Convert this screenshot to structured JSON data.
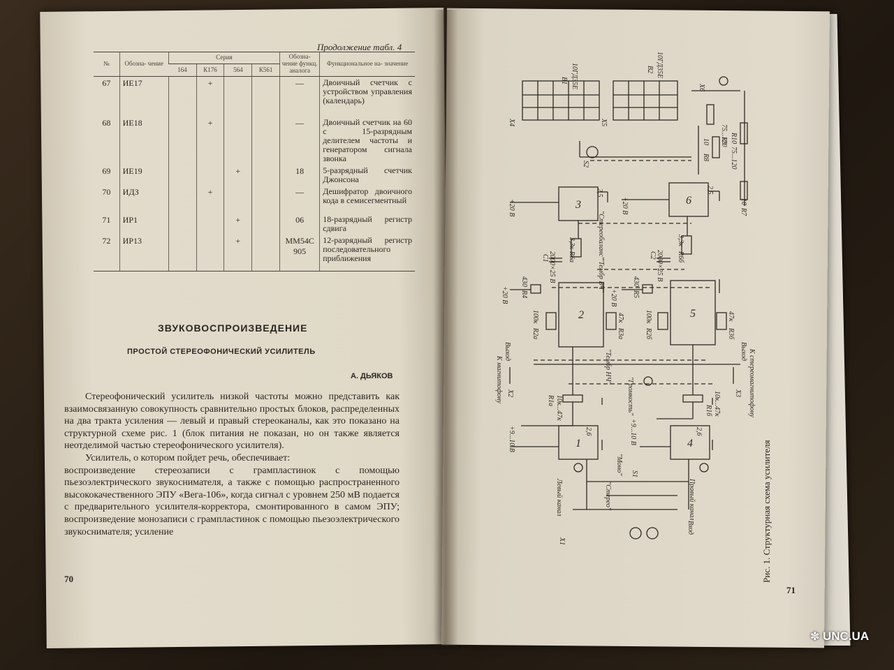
{
  "left_page": {
    "continuation": "Продолжение табл. 4",
    "table": {
      "headers": {
        "num": "№",
        "designation": "Обозна- чение",
        "series_group": "Серия",
        "series": [
          "164",
          "К176",
          "564",
          "К561"
        ],
        "analog": "Обозна- чение функц. аналога",
        "function": "Функциональное на- значение"
      },
      "rows": [
        {
          "num": "67",
          "des": "ИЕ17",
          "marks": [
            "",
            "+",
            "",
            ""
          ],
          "analog": "—",
          "fn": "Двоичный счетчик с устройством управления (календарь)"
        },
        {
          "num": "68",
          "des": "ИЕ18",
          "marks": [
            "",
            "+",
            "",
            ""
          ],
          "analog": "—",
          "fn": "Двоичный счетчик на 60 с 15-разрядным делителем частоты и генератором сигнала звонка"
        },
        {
          "num": "69",
          "des": "ИЕ19",
          "marks": [
            "",
            "",
            "+",
            ""
          ],
          "analog": "18",
          "fn": "5-разрядный счетчик Джонсона"
        },
        {
          "num": "70",
          "des": "ИДЗ",
          "marks": [
            "",
            "+",
            "",
            ""
          ],
          "analog": "—",
          "fn": "Дешифратор двоичного кода в семисегментный"
        },
        {
          "num": "71",
          "des": "ИР1",
          "marks": [
            "",
            "",
            "+",
            ""
          ],
          "analog": "06",
          "fn": "18-разрядный регистр сдвига"
        },
        {
          "num": "72",
          "des": "ИР13",
          "marks": [
            "",
            "",
            "+",
            ""
          ],
          "analog": "MM54C 905",
          "fn": "12-разрядный регистр последовательного приближения"
        }
      ]
    },
    "section_title": "ЗВУКОВОСПРОИЗВЕДЕНИЕ",
    "article_title": "ПРОСТОЙ СТЕРЕОФОНИЧЕСКИЙ УСИЛИТЕЛЬ",
    "author": "А. ДЬЯКОВ",
    "paragraphs": [
      "Стереофонический усилитель низкой частоты можно представить как взаимосвязанную совокупность сравнительно простых блоков, распределенных на два тракта усиления — левый и правый стереоканалы, как это показано на структурной схеме рис. 1 (блок питания не показан, но он также является неотделимой частью стереофонического усилителя).",
      "Усилитель, о котором пойдет речь, обеспечивает:",
      "воспроизведение стереозаписи с грампластинок с помощью пьезоэлектрического звукоснимателя, а также с помощью распространенного высококачественного ЭПУ «Вега-106», когда сигнал с уровнем 250 мВ подается с предварительного усилителя-корректора, смонтированного в самом ЭПУ; воспроизведение монозаписи с грампластинок с помощью пьезоэлектрического звукоснимателя; усиление"
    ],
    "page_number": "70"
  },
  "right_page": {
    "caption": "Рис. 1. Структурная схема усилителя",
    "page_number": "71",
    "schematic": {
      "blocks": [
        "1",
        "2",
        "3",
        "4",
        "5",
        "6"
      ],
      "labels": {
        "b1": "B1",
        "b1t": "10ГД35Е",
        "b2": "B2",
        "b2t": "10ГД35Е",
        "x1": "X1",
        "x2": "X2",
        "x3": "X3",
        "x4": "X4",
        "x5": "X5",
        "x6": "X6",
        "s1": "S1",
        "s2": "S2",
        "c1": "C1",
        "c1v": "2000×25 В",
        "c2": "C2",
        "c2v": "2000×25 В",
        "r1a": "R1а",
        "r1av": "10к...47к",
        "r1b": "R1б",
        "r1bv": "10к...47к",
        "r2a": "R2а",
        "r2av": "100к",
        "r2b": "R2б",
        "r2bv": "100к",
        "r3a": "R3а",
        "r3av": "47к",
        "r3b": "R3б",
        "r3bv": "47к",
        "r4": "R4",
        "r4v": "430",
        "r5": "R5",
        "r5v": "430",
        "r6a": "R6а",
        "r6av": "3,3к",
        "r6b": "R6б",
        "r6bv": "3,3к",
        "r7": "R7",
        "r7v": "10",
        "r8": "R8",
        "r8v": "10",
        "r9": "R9",
        "r9v": "75...120",
        "r10": "R10",
        "r10v": "75...120",
        "p20": "+20 В",
        "p910": "+9...10 В",
        "stereobalance": "\"Стереобаланс\"",
        "tembr_vch": "\"Тембр ВЧ\"",
        "tembr_nch": "\"Тембр НЧ\"",
        "gromkost": "\"Громкость\"",
        "stereo": "\"Стерео\"",
        "mono": "\"Моно\"",
        "left": "Левый канал",
        "right": "Правый канал",
        "vhod": "Вход",
        "vyhod": "Выход",
        "to_mono": "К магнитофону",
        "to_stereo": "К стереомагнитофону",
        "n25": "2,5",
        "n26": "2,6"
      }
    }
  },
  "watermark": "UNC.UA"
}
